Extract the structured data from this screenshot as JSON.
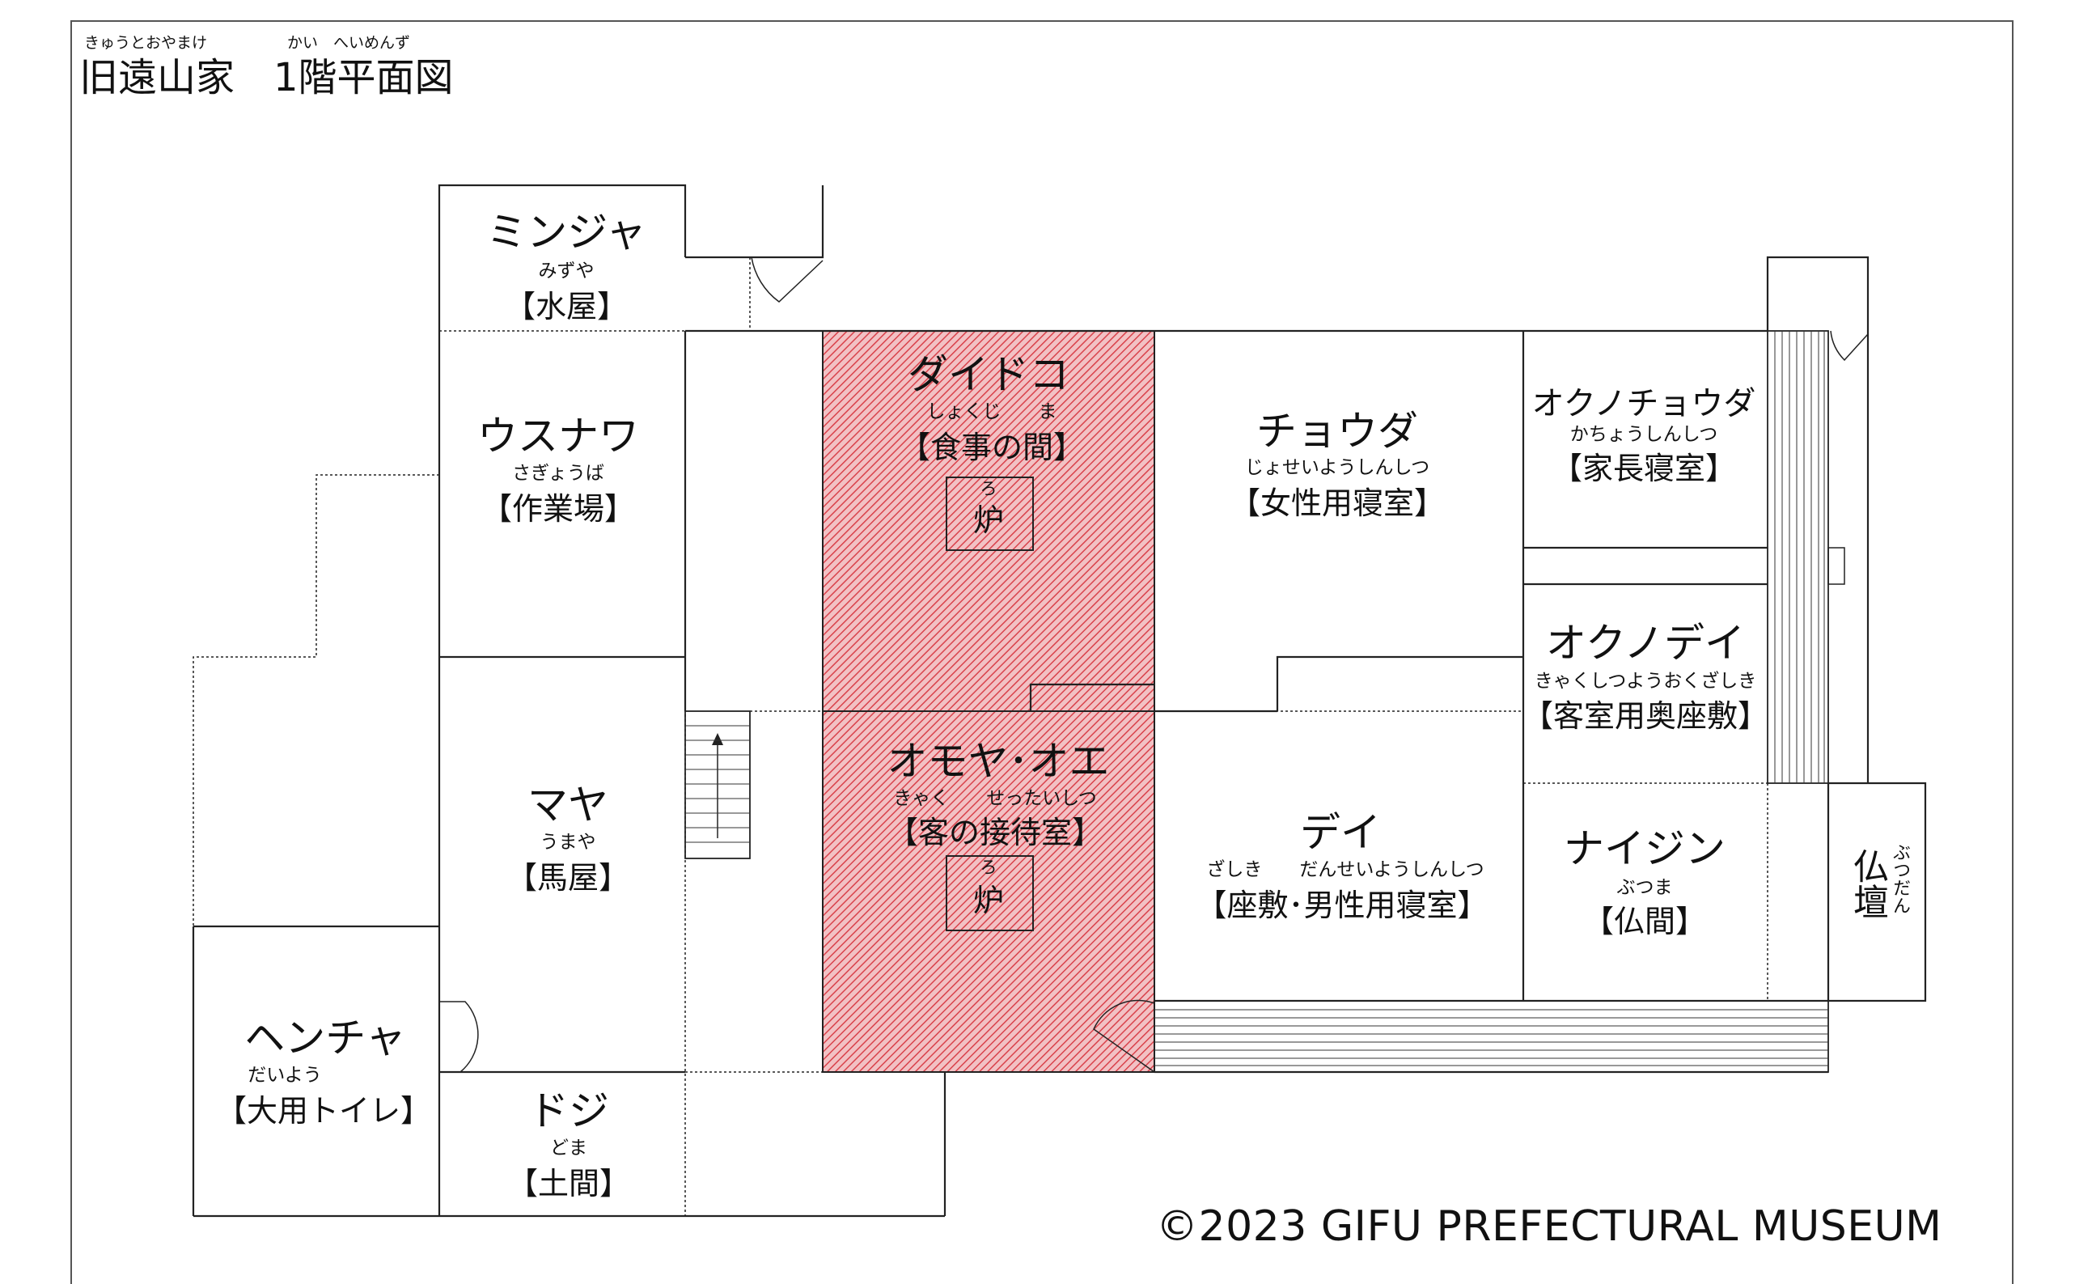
{
  "title": {
    "main": "旧遠山家　1階平面図",
    "ruby_left": "きゅうとおやまけ",
    "ruby_right": "かい　へいめんず"
  },
  "rooms": {
    "minja": {
      "name": "ミンジャ",
      "ruby": "みずや",
      "label": "【水屋】"
    },
    "usunawa": {
      "name": "ウスナワ",
      "ruby": "さぎょうば",
      "label": "【作業場】"
    },
    "maya": {
      "name": "マヤ",
      "ruby": "うまや",
      "label": "【馬屋】"
    },
    "hencha": {
      "name": "ヘンチャ",
      "ruby": "だいよう",
      "label": "【大用トイレ】"
    },
    "doji": {
      "name": "ドジ",
      "ruby": "どま",
      "label": "【土間】"
    },
    "daidoko": {
      "name": "ダイドコ",
      "ruby": "しょくじ　　ま",
      "label": "【食事の間】"
    },
    "omoya": {
      "name": "オモヤ･オエ",
      "ruby": "きゃく　　せったいしつ",
      "label": "【客の接待室】"
    },
    "chouda": {
      "name": "チョウダ",
      "ruby": "じょせいようしんしつ",
      "label": "【女性用寝室】"
    },
    "dei": {
      "name": "デイ",
      "ruby": "ざしき　　だんせいようしんしつ",
      "label": "【座敷･男性用寝室】"
    },
    "okuno_chouda": {
      "name": "オクノチョウダ",
      "ruby": "かちょうしんしつ",
      "label": "【家長寝室】"
    },
    "okuno_dei": {
      "name": "オクノデイ",
      "ruby": "きゃくしつようおくざしき",
      "label": "【客室用奥座敷】"
    },
    "naijin": {
      "name": "ナイジン",
      "ruby": "ぶつま",
      "label": "【仏間】"
    },
    "butsudan": {
      "name": "仏壇",
      "ruby": "ぶつだん"
    }
  },
  "hearths": [
    {
      "kanji": "炉",
      "ruby": "ろ"
    },
    {
      "kanji": "炉",
      "ruby": "ろ"
    }
  ],
  "copyright": "©2023  GIFU PREFECTURAL MUSEUM",
  "colors": {
    "highlight": "#d9424b",
    "line": "#222222",
    "frame": "#555555"
  }
}
